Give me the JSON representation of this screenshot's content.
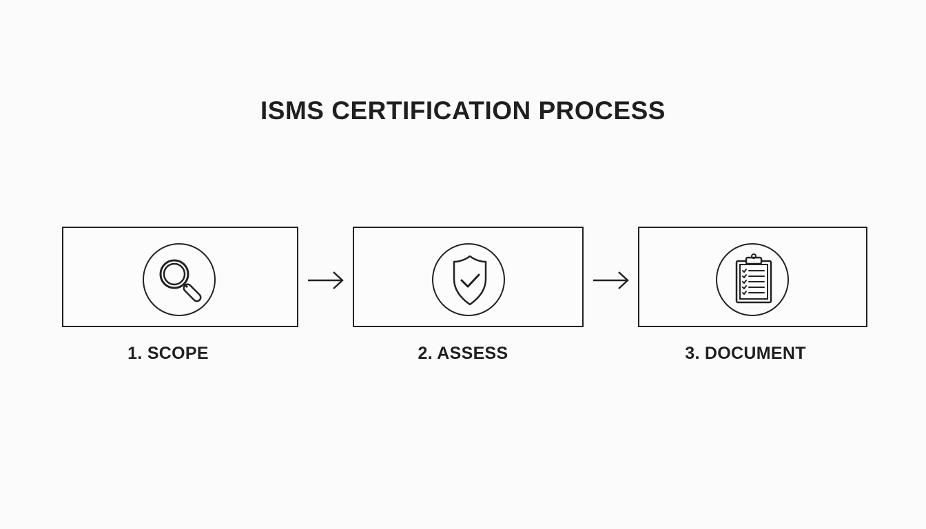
{
  "title": "ISMS CERTIFICATION PROCESS",
  "steps": [
    {
      "label": "1. SCOPE",
      "icon": "magnifying-glass-icon"
    },
    {
      "label": "2. ASSESS",
      "icon": "shield-check-icon"
    },
    {
      "label": "3. DOCUMENT",
      "icon": "clipboard-checklist-icon"
    }
  ],
  "colors": {
    "stroke": "#222222",
    "background": "#fbfbfb"
  }
}
